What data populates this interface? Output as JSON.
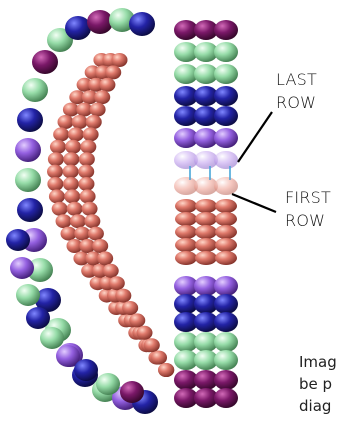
{
  "labels": {
    "last_row_line1": "LAST",
    "last_row_line2": "ROW",
    "first_row_line1": "FIRST",
    "first_row_line2": "ROW"
  },
  "caption": {
    "line1": "Imag",
    "line2": "be p",
    "line3": "diag"
  },
  "colors": {
    "salmon": "#d86a5e",
    "navy": "#1c1c8c",
    "mint": "#8ed6a0",
    "purple": "#8a5ad6",
    "plum": "#6e1460",
    "connector": "#4aa6d8",
    "label_line": "#000000"
  },
  "icons": {
    "bead": "sphere-bead"
  }
}
